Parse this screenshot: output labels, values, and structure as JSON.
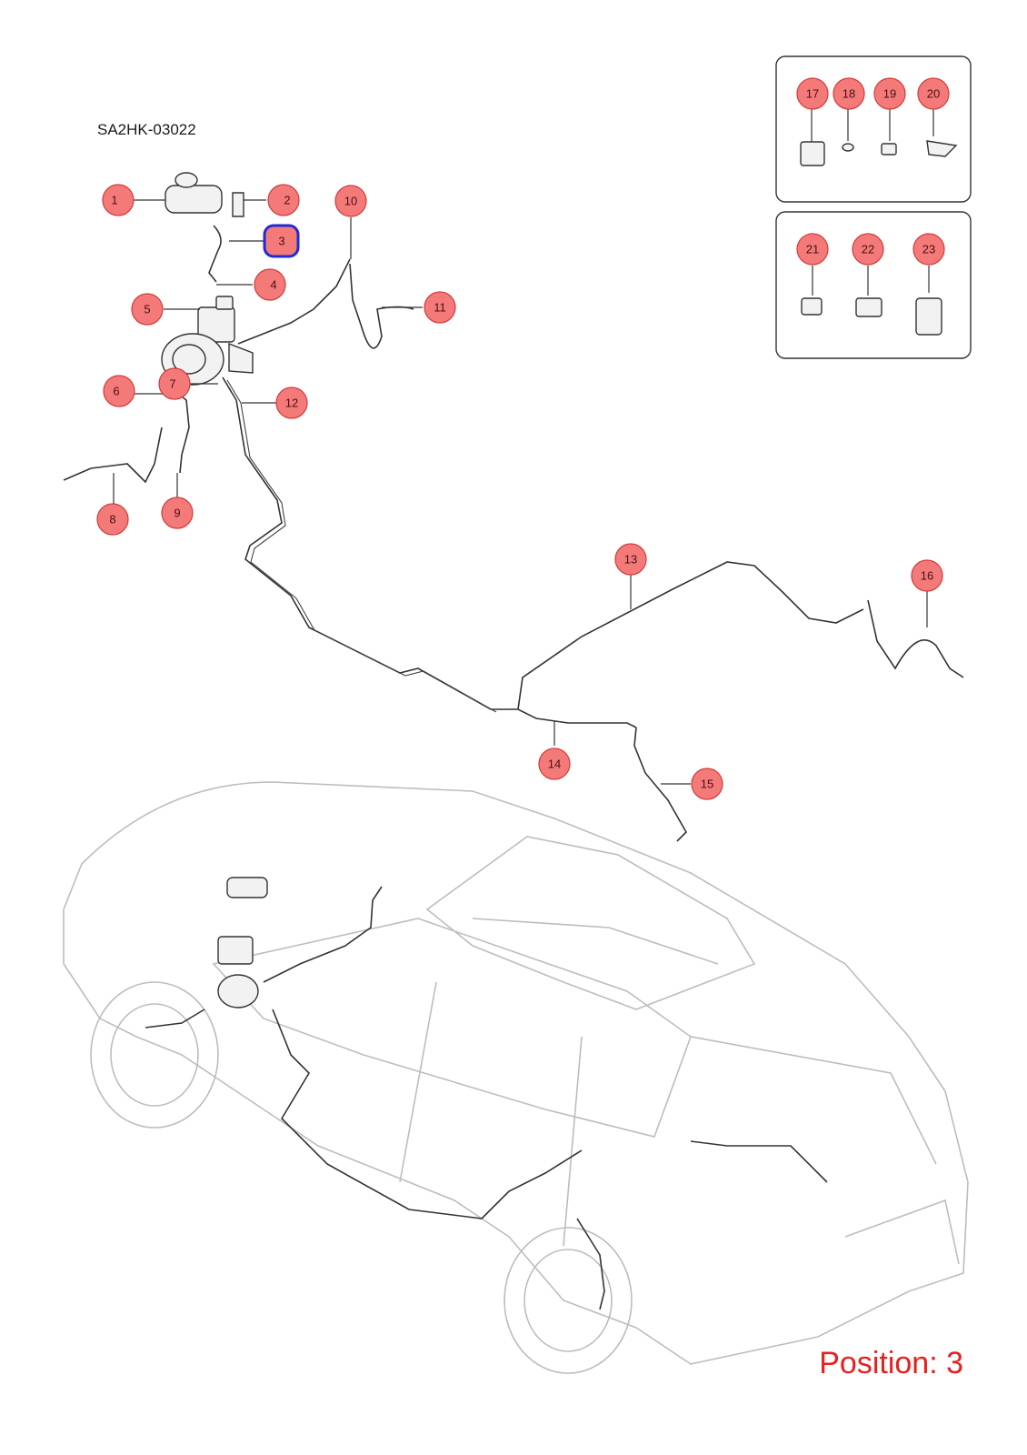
{
  "drawing_code": "SA2HK-03022",
  "position_label": "Position: 3",
  "selected_callout": "3",
  "colors": {
    "callout_fill": "#f47a7a",
    "callout_stroke": "#d23a3a",
    "selected_stroke": "#1f2bd6",
    "position_text": "#e8201e"
  },
  "callouts": [
    "1",
    "2",
    "3",
    "4",
    "5",
    "6",
    "7",
    "8",
    "9",
    "10",
    "11",
    "12",
    "13",
    "14",
    "15",
    "16",
    "17",
    "18",
    "19",
    "20",
    "21",
    "22",
    "23"
  ]
}
